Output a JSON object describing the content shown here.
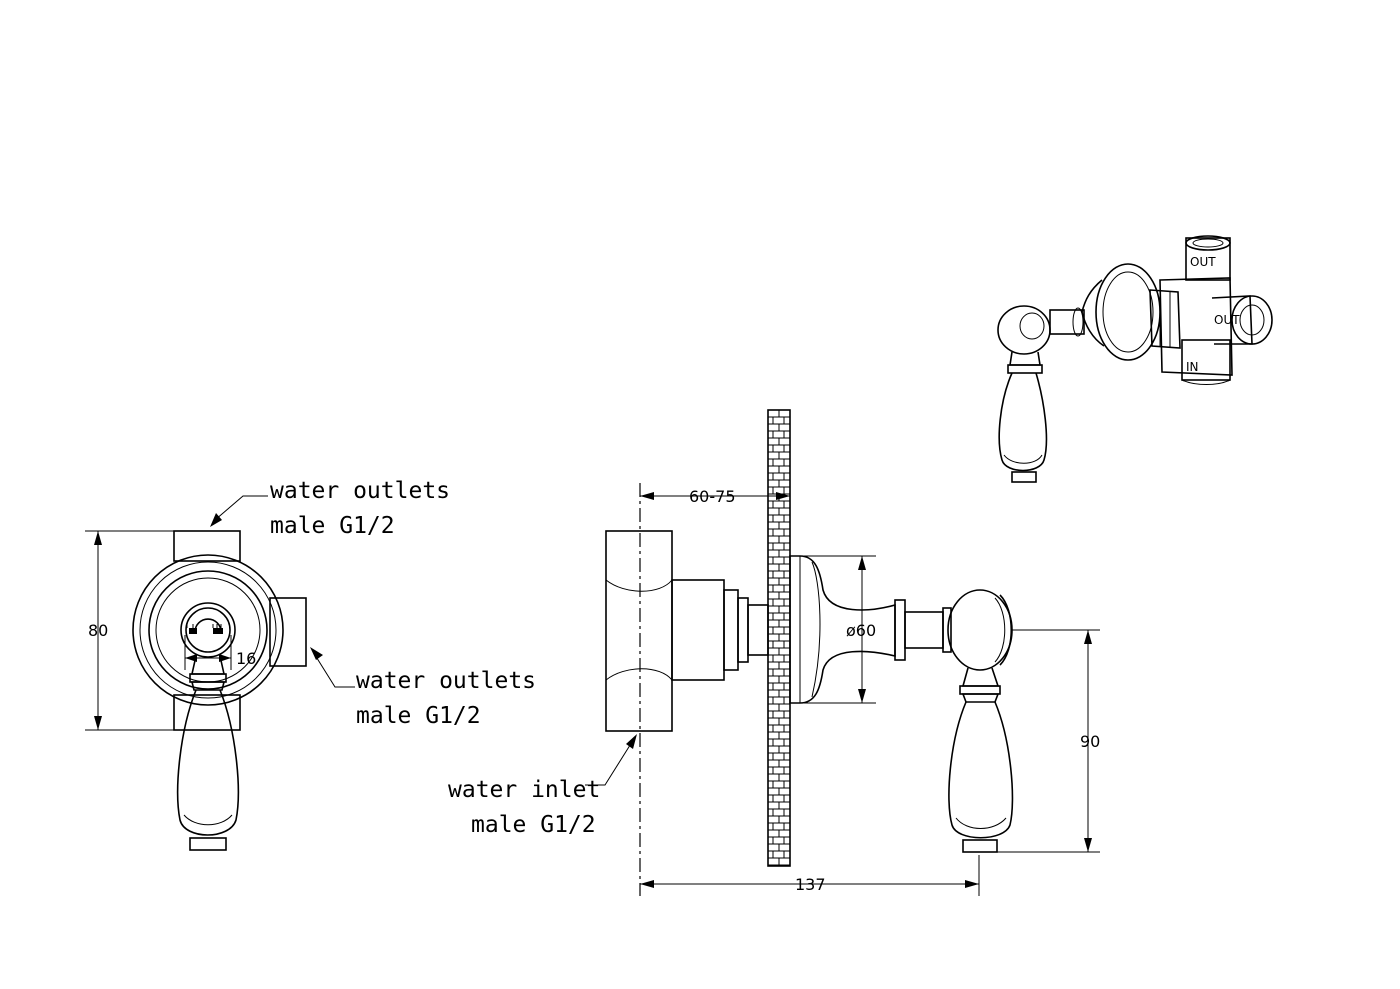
{
  "front_view": {
    "label_outlets_top": [
      "water outlets",
      "male G1/2"
    ],
    "label_outlets_right": [
      "water outlets",
      "male G1/2"
    ],
    "dim_height": "80",
    "dim_handle": "16"
  },
  "side_view": {
    "label_inlet": [
      "water inlet",
      "male G1/2"
    ],
    "dim_wall_depth": "60-75",
    "dim_diameter": "ø60",
    "dim_handle_drop": "90",
    "dim_length": "137"
  },
  "iso_view": {
    "port_top": "OUT",
    "port_side": "OUT",
    "port_bottom": "IN"
  }
}
